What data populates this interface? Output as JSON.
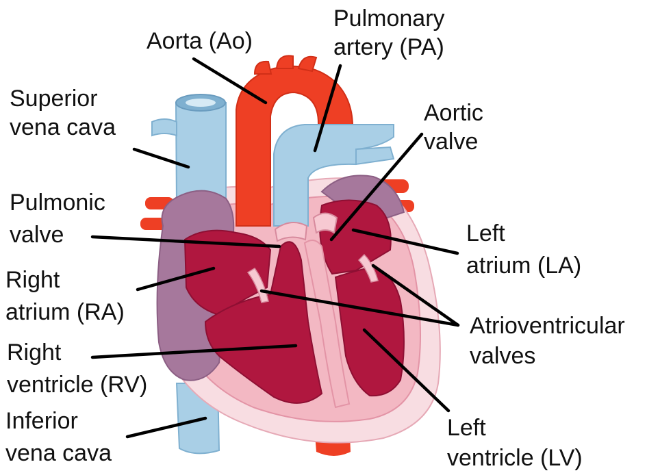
{
  "labels": {
    "aorta": [
      "Aorta (Ao)"
    ],
    "pulmonary_artery": [
      "Pulmonary",
      "artery (PA)"
    ],
    "superior_vena_cava": [
      "Superior",
      "vena cava"
    ],
    "aortic_valve": [
      "Aortic",
      "valve"
    ],
    "pulmonic_valve": [
      "Pulmonic",
      "valve"
    ],
    "left_atrium": [
      "Left",
      "atrium (LA)"
    ],
    "right_atrium": [
      "Right",
      "atrium (RA)"
    ],
    "atrioventricular_valves": [
      "Atrioventricular",
      "valves"
    ],
    "right_ventricle": [
      "Right",
      "ventricle (RV)"
    ],
    "inferior_vena_cava": [
      "Inferior",
      "vena cava"
    ],
    "left_ventricle": [
      "Left",
      "ventricle (LV)"
    ]
  },
  "colors": {
    "vein_blue": "#a9cfe6",
    "vein_blue_dark": "#7fb0d0",
    "artery_red": "#ee3f24",
    "atrium_purple": "#a6789c",
    "wall_pink": "#f3b8c3",
    "pericardium": "#f8dde2",
    "chamber": "#b0173f",
    "chamber_dark": "#8e0f33",
    "label_text": "#111111",
    "leader_line": "#000000"
  }
}
